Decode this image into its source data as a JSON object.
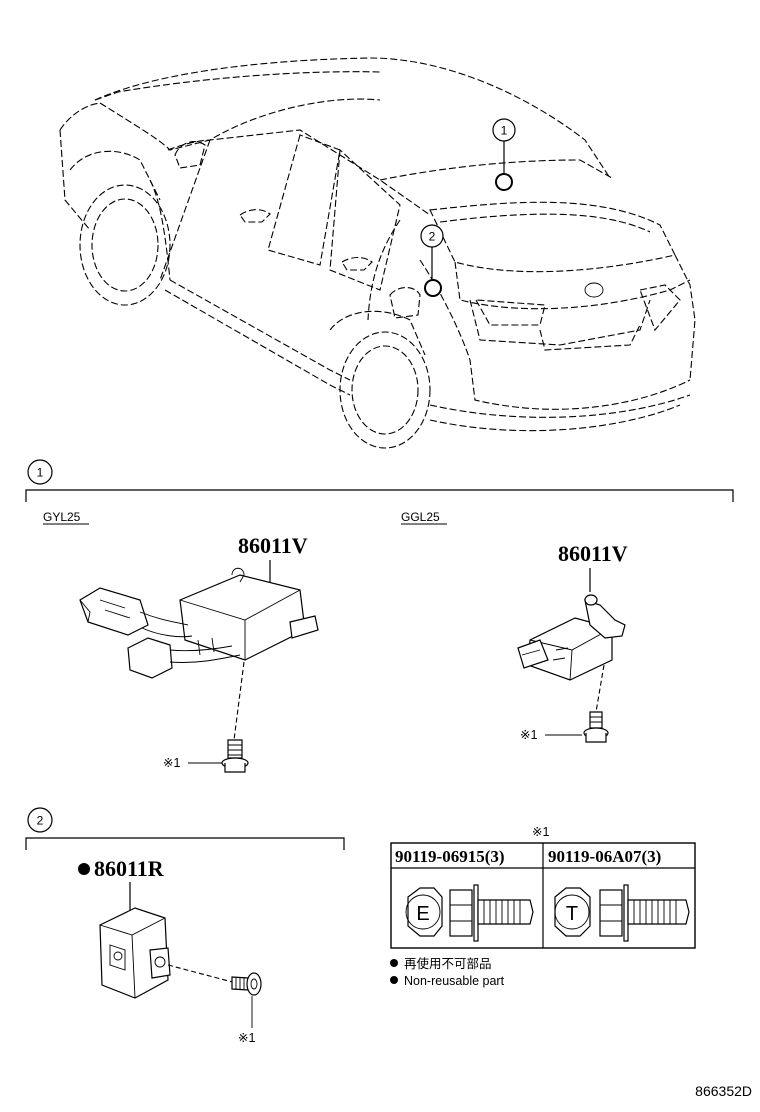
{
  "diagram": {
    "callouts": {
      "one": "1",
      "two": "2"
    },
    "section1": {
      "variant_left": "GYL25",
      "variant_right": "GGL25",
      "part_left": "86011V",
      "part_right": "86011V",
      "ref_left": "※1",
      "ref_right": "※1"
    },
    "section2": {
      "part": "86011R",
      "ref": "※1"
    },
    "bolt_table": {
      "ref": "※1",
      "col1_part": "90119-06915(3)",
      "col1_mark": "E",
      "col2_part": "90119-06A07(3)",
      "col2_mark": "T"
    },
    "legend": {
      "line_jp": "再使用不可部品",
      "line_en": "Non-reusable part"
    },
    "drawing_number": "866352D"
  }
}
